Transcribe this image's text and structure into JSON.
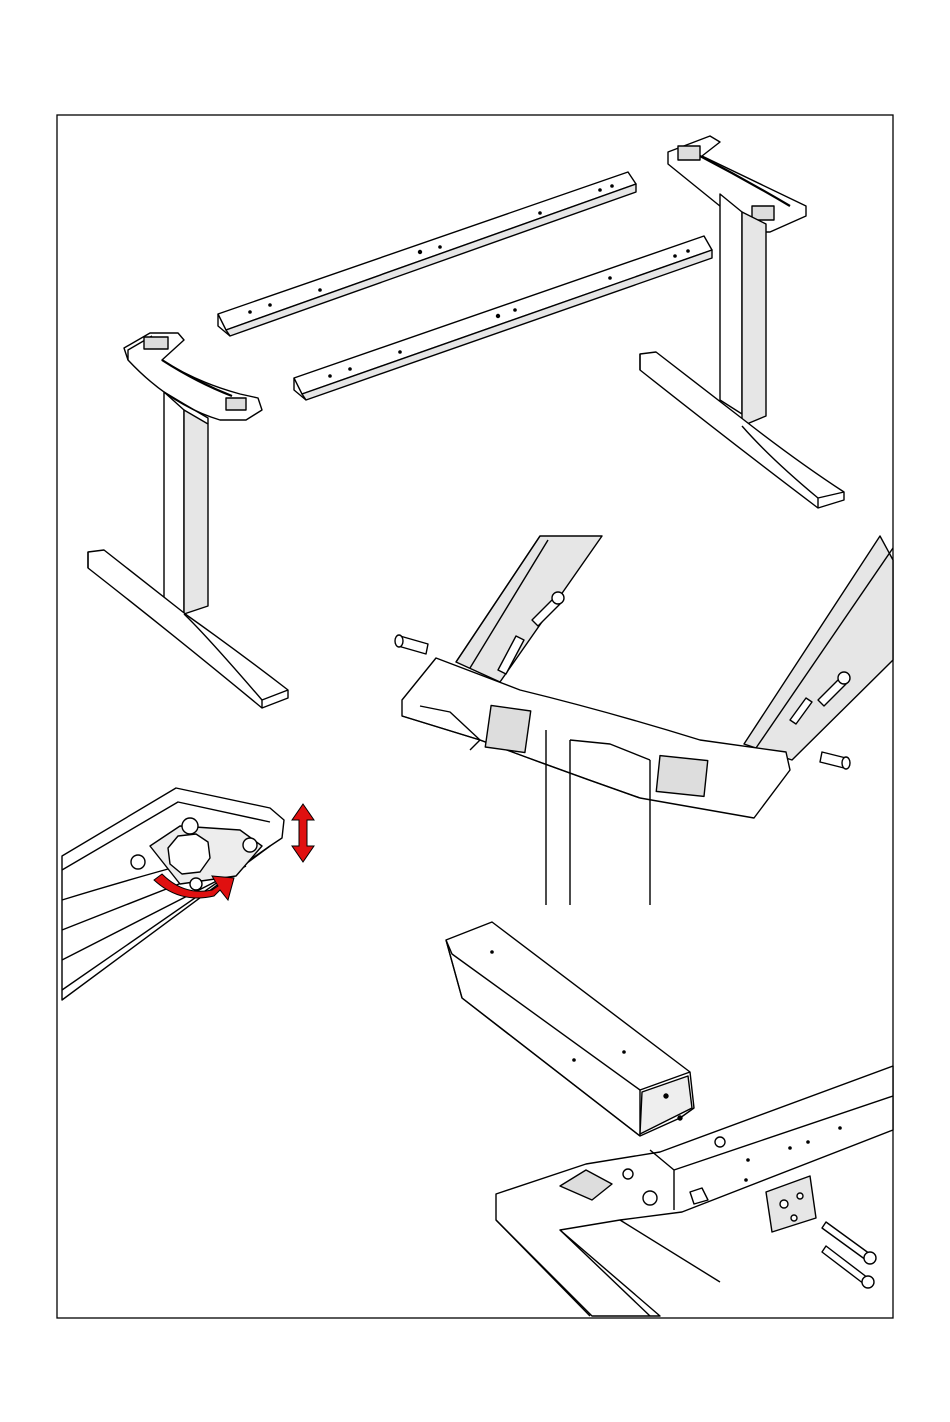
{
  "colors": {
    "line": "#000000",
    "paper": "#ffffff",
    "shade": "#e6e6e6",
    "shade_dark": "#cfcfcf",
    "accent_red": "#e01010"
  },
  "figures": [
    {
      "id": "exploded-frame",
      "icon": "desk-frame-exploded-view"
    },
    {
      "id": "leveling-foot",
      "icon": "leveling-glide-adjustment"
    },
    {
      "id": "crossbar-pin-insertion",
      "icon": "crossbar-connector-detail"
    },
    {
      "id": "support-beam-mount",
      "icon": "support-beam-bracket-detail"
    }
  ],
  "indicators": {
    "height_adjust": "up-down-arrow-icon",
    "rotate_adjust": "rotate-arrow-icon"
  }
}
